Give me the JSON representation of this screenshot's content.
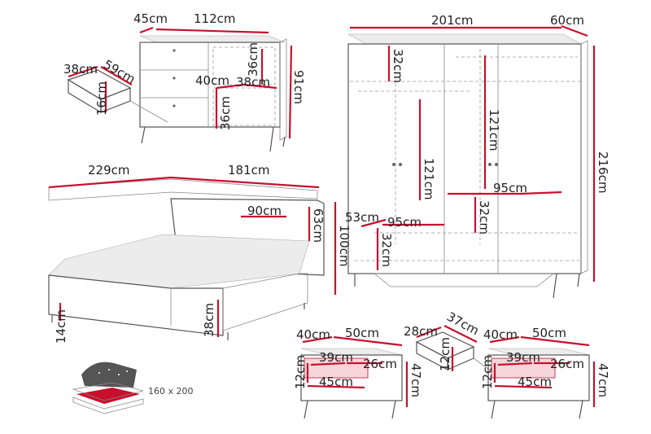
{
  "dressing_table": {
    "depth": "45cm",
    "width": "112cm",
    "height": "91cm",
    "shelf_height_top": "36cm",
    "shelf_height_bottom": "36cm",
    "shelf_depth": "40cm",
    "shelf_width": "38cm"
  },
  "drawer": {
    "depth": "38cm",
    "width": "59cm",
    "height": "16cm"
  },
  "wardrobe": {
    "width": "201cm",
    "depth": "60cm",
    "height": "216cm",
    "top_shelf": "32cm",
    "left_rail": "121cm",
    "right_rail": "121cm",
    "inner_shelf_width": "95cm",
    "inner_shelf_height": "32cm",
    "bottom_depth": "53cm",
    "bottom_width": "95cm",
    "bottom_height": "32cm"
  },
  "bed": {
    "length": "229cm",
    "width": "181cm",
    "headboard_width": "90cm",
    "headboard_height": "63cm",
    "total_height": "100cm",
    "leg_height": "14cm",
    "frame_height": "38cm"
  },
  "mattress": {
    "size": "160 x 200"
  },
  "nightstand_left": {
    "depth": "40cm",
    "width": "50cm",
    "drawer_width": "39cm",
    "drawer_depth": "26cm",
    "drawer_height": "12cm",
    "inner_width": "45cm",
    "height": "47cm"
  },
  "nightstand_drawer": {
    "depth": "28cm",
    "width": "37cm",
    "height": "12cm"
  },
  "nightstand_right": {
    "depth": "40cm",
    "width": "50cm",
    "drawer_width": "39cm",
    "drawer_depth": "26cm",
    "drawer_height": "12cm",
    "inner_width": "45cm",
    "height": "47cm"
  }
}
